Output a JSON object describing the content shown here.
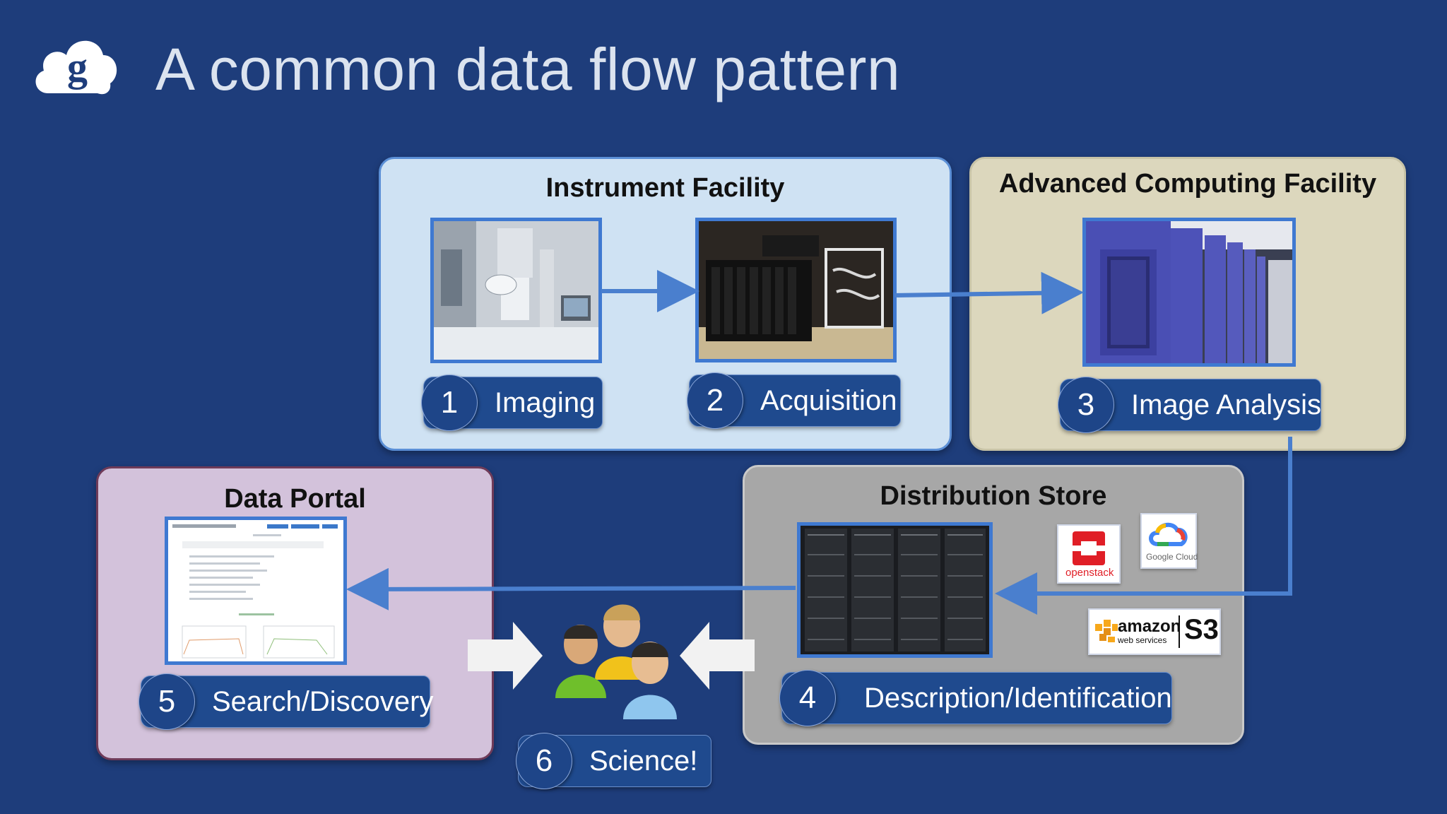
{
  "title": "A common data flow pattern",
  "panels": {
    "instrument": {
      "title": "Instrument Facility"
    },
    "computing": {
      "title": "Advanced Computing Facility"
    },
    "portal": {
      "title": "Data Portal"
    },
    "store": {
      "title": "Distribution Store"
    }
  },
  "steps": [
    {
      "num": "1",
      "label": "Imaging"
    },
    {
      "num": "2",
      "label": "Acquisition"
    },
    {
      "num": "3",
      "label": "Image Analysis"
    },
    {
      "num": "4",
      "label": "Description/Identification"
    },
    {
      "num": "5",
      "label": "Search/Discovery"
    },
    {
      "num": "6",
      "label": "Science!"
    }
  ],
  "cloud_logos": {
    "openstack": "openstack",
    "google": "Google Cloud",
    "amazon_line1": "amazon",
    "amazon_line2": "web services",
    "amazon_s3": "S3"
  },
  "colors": {
    "background": "#1e3d7b",
    "connector": "#4a7fce",
    "pill": "#1f4a8e"
  },
  "icons": [
    "globus-logo-icon",
    "microscope-photo",
    "storage-server-photo",
    "supercomputer-photo",
    "server-rack-photo",
    "portal-screenshot",
    "openstack-logo",
    "google-cloud-logo",
    "aws-s3-logo",
    "scientists-icon"
  ]
}
